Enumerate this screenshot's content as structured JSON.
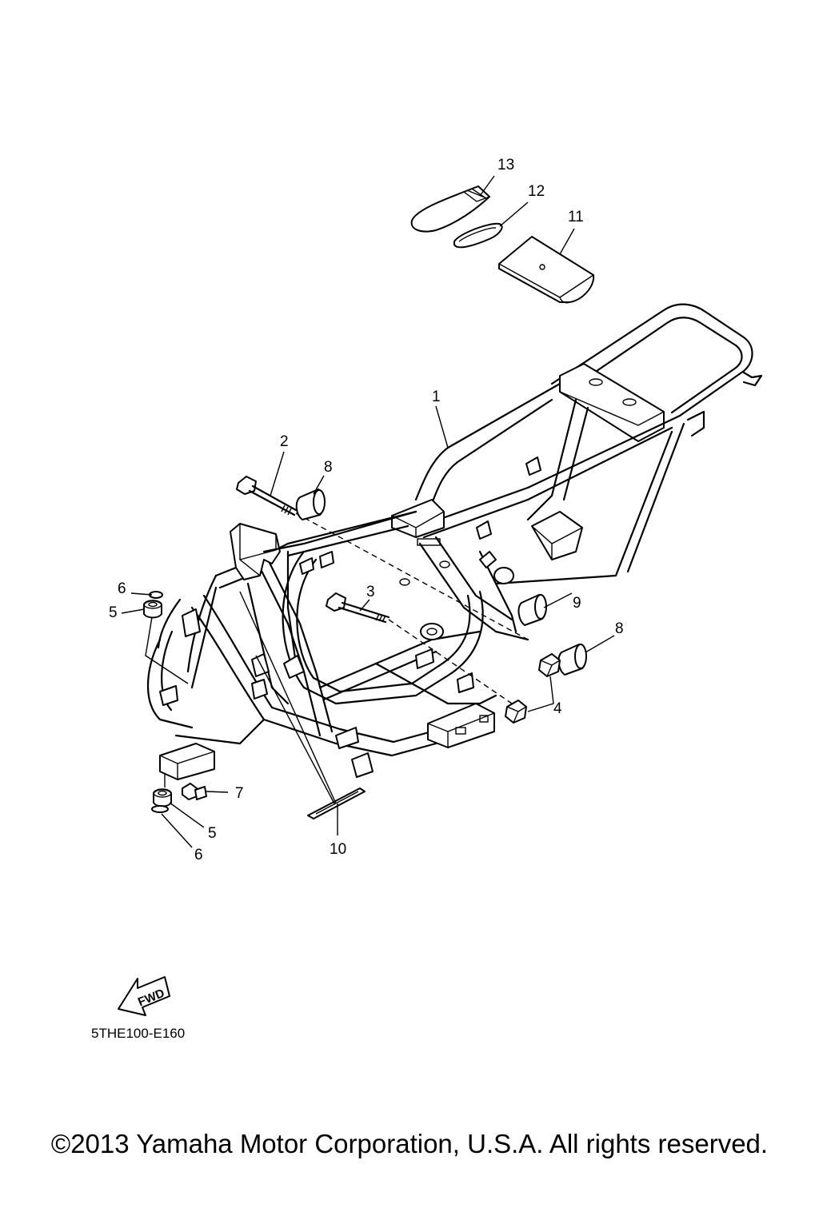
{
  "diagram": {
    "callouts": [
      {
        "id": "c1",
        "label": "1"
      },
      {
        "id": "c2",
        "label": "2"
      },
      {
        "id": "c3",
        "label": "3"
      },
      {
        "id": "c4",
        "label": "4"
      },
      {
        "id": "c5a",
        "label": "5"
      },
      {
        "id": "c5b",
        "label": "5"
      },
      {
        "id": "c6a",
        "label": "6"
      },
      {
        "id": "c6b",
        "label": "6"
      },
      {
        "id": "c7",
        "label": "7"
      },
      {
        "id": "c8a",
        "label": "8"
      },
      {
        "id": "c8b",
        "label": "8"
      },
      {
        "id": "c9",
        "label": "9"
      },
      {
        "id": "c10",
        "label": "10"
      },
      {
        "id": "c11",
        "label": "11"
      },
      {
        "id": "c12",
        "label": "12"
      },
      {
        "id": "c13",
        "label": "13"
      }
    ],
    "fwd_label": "FWD",
    "diagram_code": "5THE100-E160"
  },
  "footer": {
    "copyright": "©2013 Yamaha Motor Corporation, U.S.A. All rights reserved."
  }
}
